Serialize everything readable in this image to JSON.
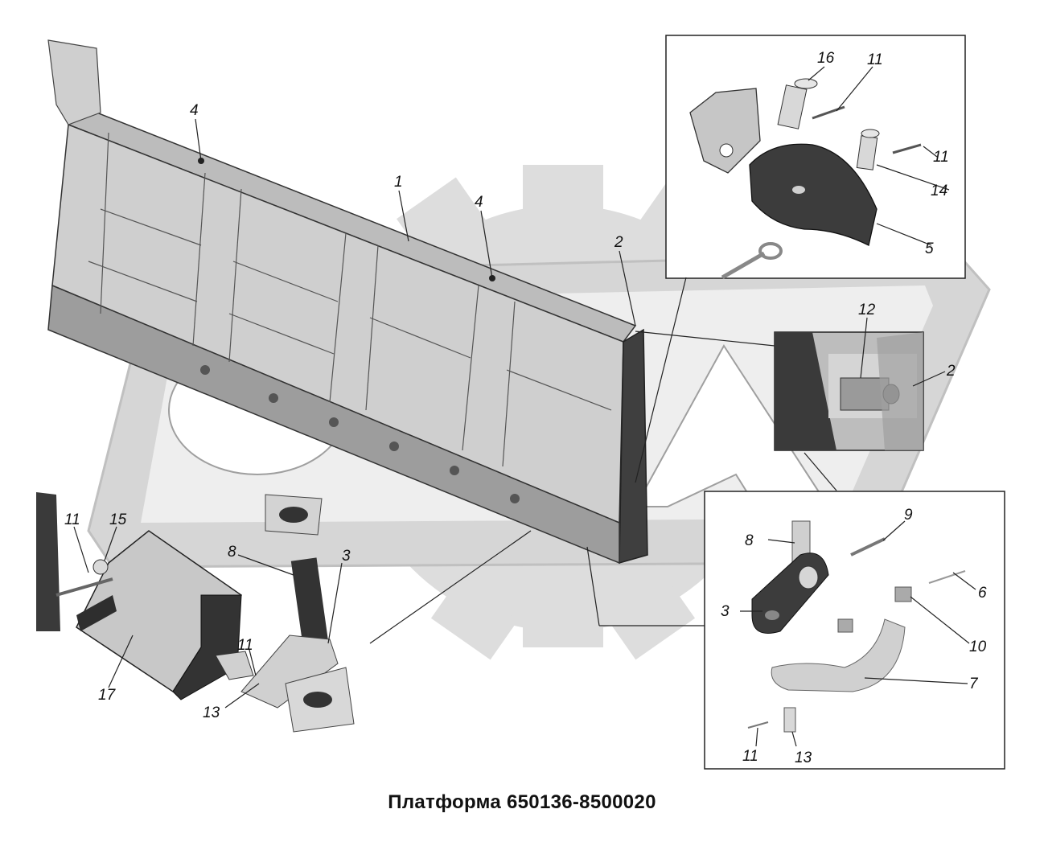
{
  "title": "Платформа 650136-8500020",
  "callouts": {
    "c1": "1",
    "c2a": "2",
    "c2b": "2",
    "c3a": "3",
    "c3b": "3",
    "c4a": "4",
    "c4b": "4",
    "c5": "5",
    "c6": "6",
    "c7": "7",
    "c8a": "8",
    "c8b": "8",
    "c9": "9",
    "c10": "10",
    "c11a": "11",
    "c11b": "11",
    "c11c": "11",
    "c11d": "11",
    "c11e": "11",
    "c12": "12",
    "c13a": "13",
    "c13b": "13",
    "c14": "14",
    "c15": "15",
    "c16": "16",
    "c17": "17"
  },
  "colors": {
    "watermark": "#d9d9d9",
    "body_light": "#cfcfcf",
    "body_mid": "#a9a9a9",
    "body_dark": "#4a4a4a",
    "line": "#222222"
  }
}
